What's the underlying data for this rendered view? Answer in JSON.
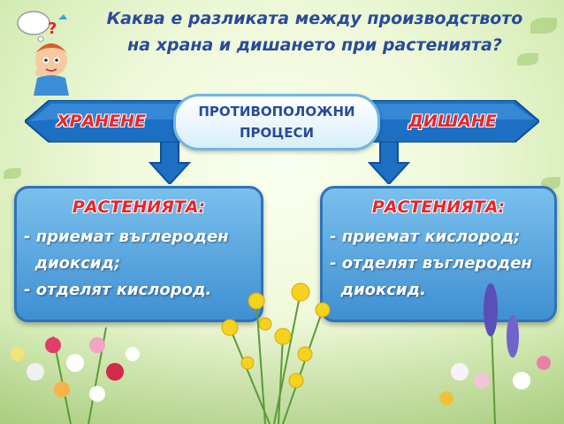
{
  "title": {
    "line1": "Каква е разликата между производството",
    "line2": "на храна и дишането при растенията?"
  },
  "arrows": {
    "left_label": "ХРАНЕНЕ",
    "right_label": "ДИШАНЕ",
    "color": "#1d6fc4"
  },
  "center": {
    "line1": "ПРОТИВОПОЛОЖНИ",
    "line2": "ПРОЦЕСИ"
  },
  "left_box": {
    "title": "РАСТЕНИЯТА:",
    "lines": [
      "- приемат въглероден",
      "  диоксид;",
      "- отделят кислород."
    ]
  },
  "right_box": {
    "title": "РАСТЕНИЯТА:",
    "lines": [
      "- приемат кислород;",
      "- отделят въглероден",
      "  диоксид."
    ]
  },
  "colors": {
    "title_text": "#2a4a99",
    "label_red": "#e9262a",
    "box_blue": "#3f8fd2"
  }
}
